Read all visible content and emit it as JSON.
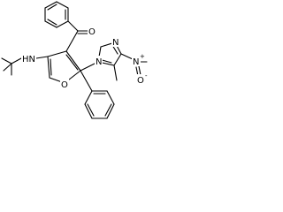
{
  "structure": {
    "atoms": {
      "carbonyl_oxygen": "O",
      "amine": "HN",
      "ring_oxygen": "O",
      "imidazole_n1": "N",
      "imidazole_n3": "N",
      "nitro_nitrogen": "N",
      "nitro_plus": "+",
      "nitro_oxygen": "O",
      "nitro_minus": "-"
    }
  }
}
